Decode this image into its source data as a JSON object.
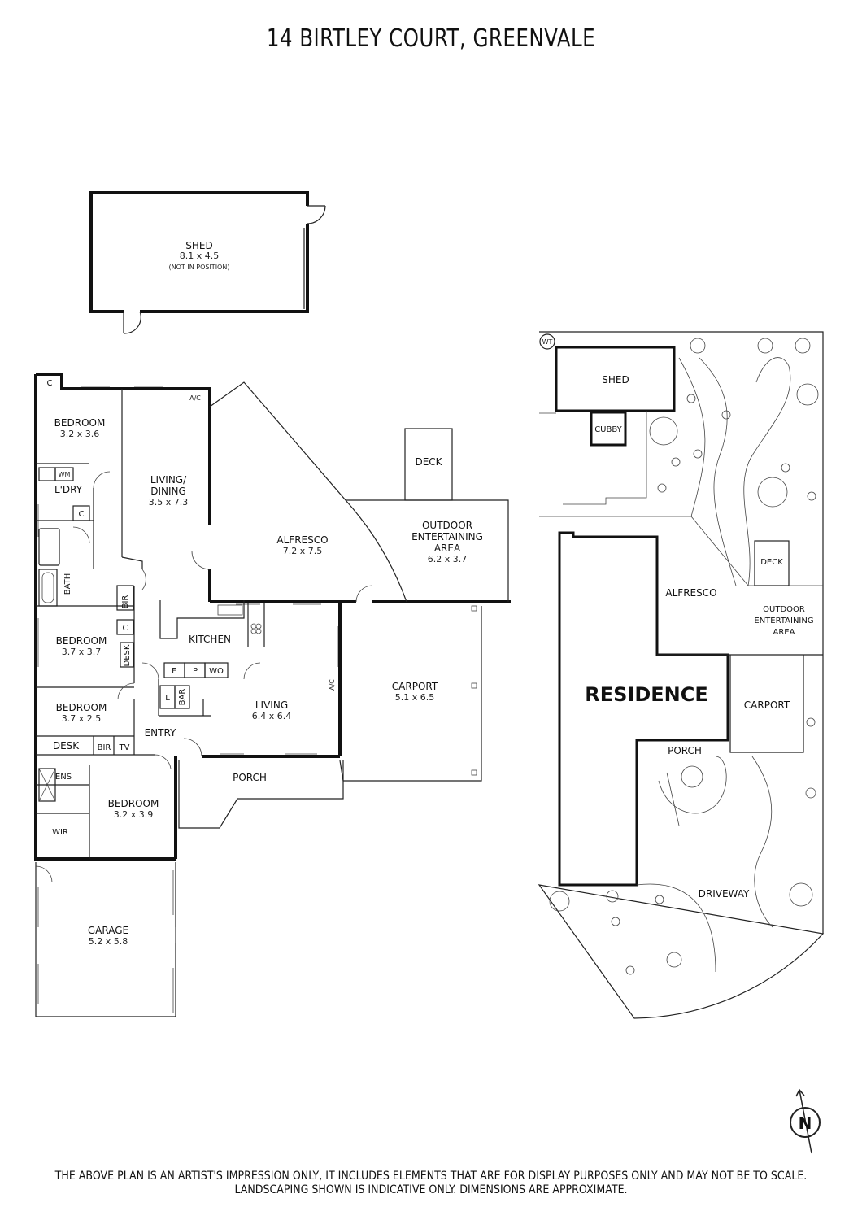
{
  "title": "14 BIRTLEY COURT, GREENVALE",
  "rooms": {
    "shed": {
      "label": "SHED",
      "dims": "8.1 x 4.5",
      "note": "(NOT IN POSITION)"
    },
    "bedroom1": {
      "label": "BEDROOM",
      "dims": "3.2 x 3.6"
    },
    "living_dining": {
      "label1": "LIVING/",
      "label2": "DINING",
      "dims": "3.5 x 7.3"
    },
    "alfresco": {
      "label": "ALFRESCO",
      "dims": "7.2 x 7.5"
    },
    "deck": {
      "label": "DECK"
    },
    "outdoor": {
      "label1": "OUTDOOR",
      "label2": "ENTERTAINING",
      "label3": "AREA",
      "dims": "6.2 x 3.7"
    },
    "ldry": {
      "label": "L'DRY"
    },
    "wm": "WM",
    "c1": "C",
    "c2": "C",
    "c3": "C",
    "bath": "BATH",
    "bir1": "BIR",
    "bedroom2": {
      "label": "BEDROOM",
      "dims": "3.7 x 3.7"
    },
    "desk1": "DESK",
    "kitchen": {
      "label": "KITCHEN"
    },
    "f": "F",
    "p": "P",
    "wo": "WO",
    "l": "L",
    "bar": "BAR",
    "living": {
      "label": "LIVING",
      "dims": "6.4 x 6.4"
    },
    "ac1": "A/C",
    "ac2": "A/C",
    "carport": {
      "label": "CARPORT",
      "dims": "5.1 x 6.5"
    },
    "bedroom3": {
      "label": "BEDROOM",
      "dims": "3.7 x 2.5"
    },
    "desk2": "DESK",
    "bir2": "BIR",
    "tv": "TV",
    "entry": "ENTRY",
    "ens": "ENS",
    "porch": {
      "label": "PORCH"
    },
    "bedroom4": {
      "label": "BEDROOM",
      "dims": "3.2 x 3.9"
    },
    "wir": "WIR",
    "garage": {
      "label": "GARAGE",
      "dims": "5.2 x 5.8"
    }
  },
  "site": {
    "wt": "WT",
    "shed": "SHED",
    "cubby": "CUBBY",
    "deck": "DECK",
    "alfresco": "ALFRESCO",
    "outdoor1": "OUTDOOR",
    "outdoor2": "ENTERTAINING",
    "outdoor3": "AREA",
    "residence": "RESIDENCE",
    "carport": "CARPORT",
    "porch": "PORCH",
    "driveway": "DRIVEWAY"
  },
  "north": "N",
  "disclaimer": {
    "line1": "THE ABOVE PLAN IS AN ARTIST'S IMPRESSION ONLY, IT INCLUDES ELEMENTS THAT ARE FOR DISPLAY PURPOSES ONLY AND MAY NOT BE TO SCALE.",
    "line2": "LANDSCAPING SHOWN IS INDICATIVE ONLY. DIMENSIONS ARE APPROXIMATE."
  }
}
